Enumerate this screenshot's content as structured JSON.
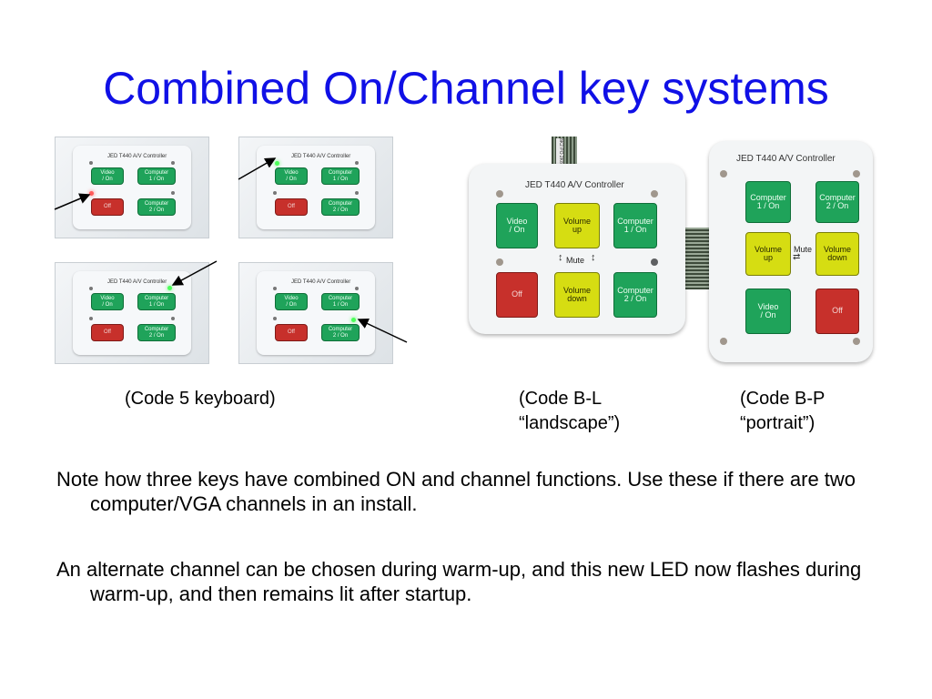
{
  "slide": {
    "title": "Combined On/Channel key systems"
  },
  "panel": {
    "header": "JED T440 A/V Controller",
    "small_keys": {
      "video": "Video\n/ On",
      "computer1": "Computer\n1 / On",
      "off": "Off",
      "computer2": "Computer\n2 / On"
    },
    "landscape_keys": {
      "video": "Video\n/ On",
      "volume_up": "Volume\nup",
      "computer1": "Computer\n1 / On",
      "mute": "Mute",
      "off": "Off",
      "volume_down": "Volume\ndown",
      "computer2": "Computer\n2 / On"
    },
    "portrait_keys": {
      "computer1": "Computer\n1 / On",
      "computer2": "Computer\n2 / On",
      "volume_up": "Volume\nup",
      "mute": "Mute",
      "volume_down": "Volume\ndown",
      "video": "Video\n/ On",
      "off": "Off"
    },
    "ribbon_text": "8K2 PO 2K8 OC"
  },
  "captions": {
    "code5": "(Code 5 keyboard)",
    "codeBL": "(Code B-L\n“landscape”)",
    "codeBP": "(Code B-P\n“portrait”)"
  },
  "notes": [
    "Note how three keys have combined ON and channel functions. Use these if there are two computer/VGA channels in an install.",
    "An alternate channel can be chosen during warm-up, and this new LED now flashes during warm-up, and then remains lit after startup."
  ],
  "colors": {
    "title": "#1010e6",
    "key_green": "#1fa35a",
    "key_red": "#c7302b",
    "key_yellow": "#d6dd12",
    "led_lit_red": "#ff5a5a",
    "led_lit_green": "#4cff5a"
  }
}
